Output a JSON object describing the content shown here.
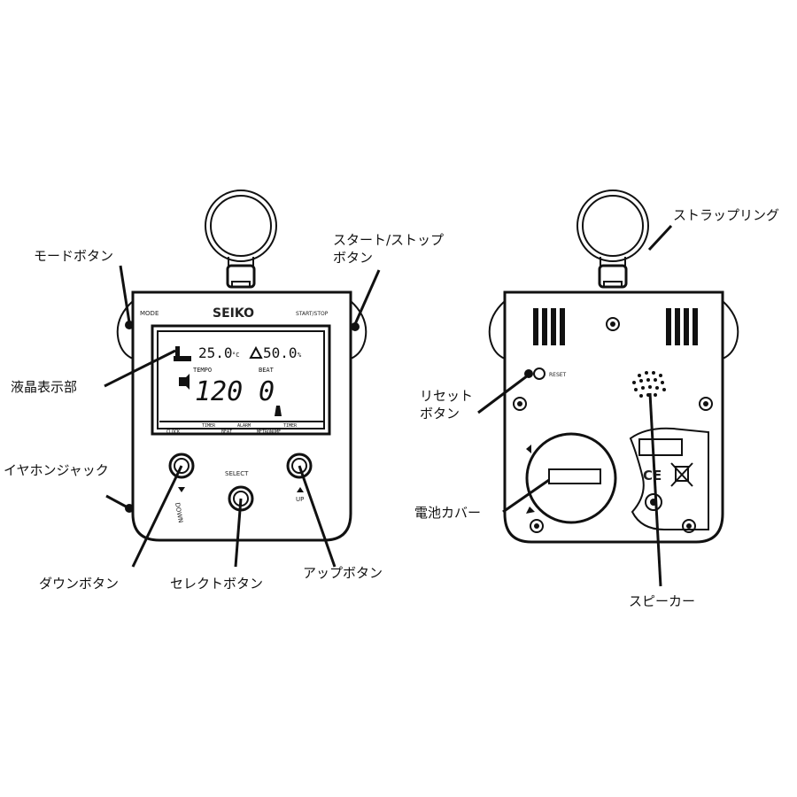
{
  "front": {
    "labels": {
      "mode_button": "モードボタン",
      "start_stop_button_line1": "スタート/ストップ",
      "start_stop_button_line2": "ボタン",
      "lcd": "液晶表示部",
      "earphone_jack": "イヤホンジャック",
      "down_button": "ダウンボタン",
      "select_button": "セレクトボタン",
      "up_button": "アップボタン"
    },
    "device": {
      "brand": "SEIKO",
      "mode_text": "MODE",
      "start_stop_text": "START/STOP",
      "select_text": "SELECT",
      "down_text": "DOWN",
      "up_text": "UP"
    },
    "display": {
      "temperature": "25.0",
      "temperature_unit": "°C",
      "humidity": "50.0",
      "humidity_unit": "%",
      "tempo_label": "TEMPO",
      "tempo_value": "120",
      "beat_label": "BEAT",
      "beat_value": "0",
      "bottom_row_1": [
        "TIMER",
        "ALARM",
        "TIMER"
      ],
      "bottom_row_2": [
        "CLOCK",
        "BEAT",
        "METRONOME"
      ]
    }
  },
  "back": {
    "labels": {
      "strap_ring": "ストラップリング",
      "reset_button_line1": "リセット",
      "reset_button_line2": "ボタン",
      "battery_cover": "電池カバー",
      "speaker": "スピーカー"
    },
    "device": {
      "reset_text": "RESET",
      "ce_mark": "CE"
    }
  }
}
